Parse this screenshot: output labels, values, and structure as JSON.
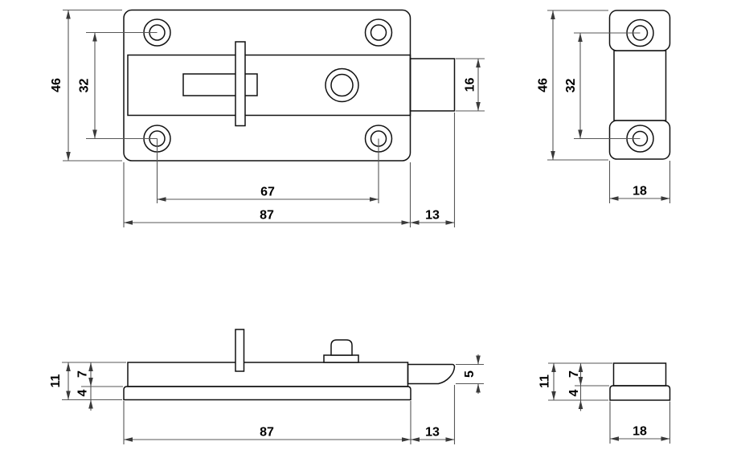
{
  "colors": {
    "background": "#ffffff",
    "part_outline": "#111111",
    "dimension_line": "#575757",
    "dimension_text": "#000000"
  },
  "views": {
    "latch_front": {
      "dims": {
        "height": "46",
        "hole_spacing_vertical": "32",
        "hole_spacing_horizontal": "67",
        "width": "87",
        "bolt_extension": "13",
        "bolt_height": "16"
      }
    },
    "keeper_front": {
      "dims": {
        "height": "46",
        "hole_spacing": "32",
        "width": "18"
      }
    },
    "latch_side": {
      "dims": {
        "total_height": "11",
        "cover_height": "7",
        "base_height": "4",
        "width": "87",
        "bolt_extension": "13",
        "bolt_thickness": "5"
      }
    },
    "keeper_side": {
      "dims": {
        "total_height": "11",
        "cover_height": "7",
        "base_height": "4",
        "width": "18"
      }
    }
  }
}
